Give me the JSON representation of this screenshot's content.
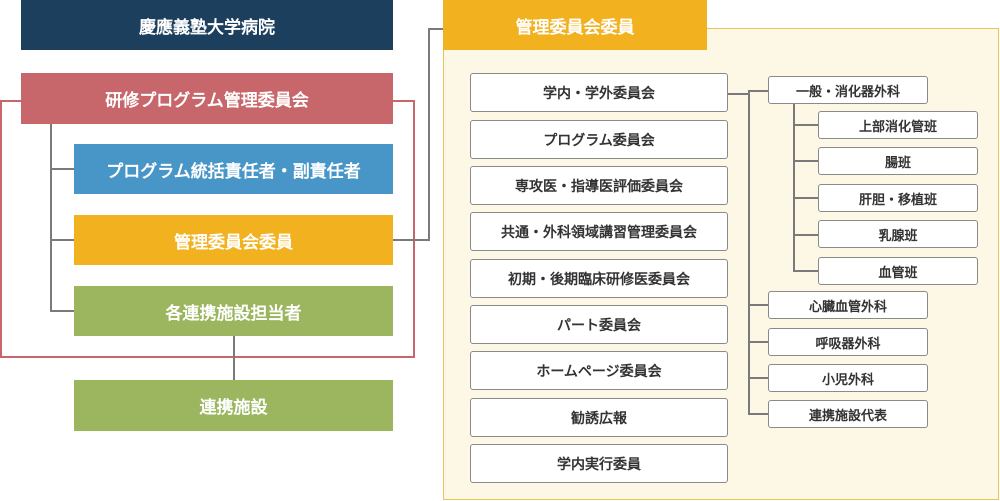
{
  "university": "慶應義塾大学病院",
  "left": {
    "committee": "研修プログラム管理委員会",
    "members": [
      "プログラム統括責任者・副責任者",
      "管理委員会委員",
      "各連携施設担当者"
    ],
    "partner": "連携施設"
  },
  "right": {
    "header": "管理委員会委員",
    "committees": [
      "学内・学外委員会",
      "プログラム委員会",
      "専攻医・指導医評価委員会",
      "共通・外科領域講習管理委員会",
      "初期・後期臨床研修医委員会",
      "パート委員会",
      "ホームページ委員会",
      "勧誘広報",
      "学内実行委員"
    ],
    "groups": [
      "一般・消化器外科",
      "心臓血管外科",
      "呼吸器外科",
      "小児外科",
      "連携施設代表"
    ],
    "subgroups": [
      "上部消化管班",
      "腸班",
      "肝胆・移植班",
      "乳腺班",
      "血管班"
    ]
  },
  "colors": {
    "navy": "#1b3f5c",
    "red": "#c8676b",
    "blue": "#4895c8",
    "yellow": "#f2b11f",
    "green": "#9bb65e",
    "panel_bg": "#fdf8e6",
    "panel_border": "#ecc35a",
    "line": "#7a7a7a"
  }
}
